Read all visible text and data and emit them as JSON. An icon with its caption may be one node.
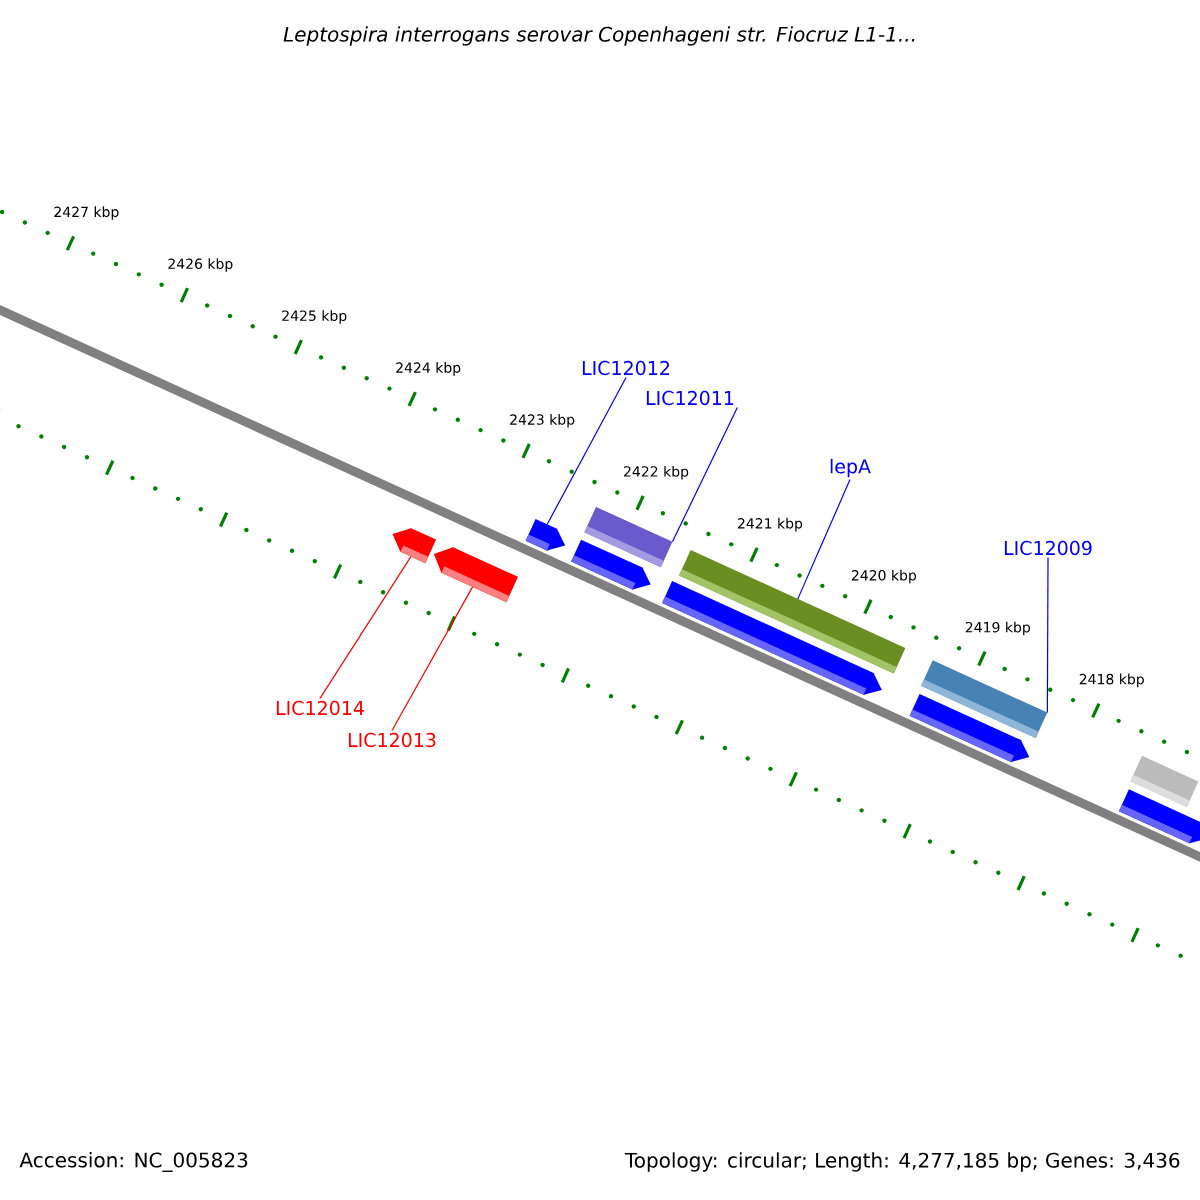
{
  "diagram": {
    "title": "Leptospira interrogans serovar Copenhageni str. Fiocruz L1-1...",
    "nodes": [
      {
        "text": [
          "LIC12012"
        ]
      },
      {
        "text": [
          "LIC12011"
        ]
      },
      {
        "text": [
          "lepA"
        ]
      },
      {
        "text": [
          "LIC12009"
        ]
      },
      {
        "text": [
          "LIC12014"
        ]
      },
      {
        "text": [
          "LIC12013"
        ]
      },
      {
        "text": [],
        "shape": "pentagon"
      },
      {
        "text": [],
        "shape": "pentagon"
      },
      {
        "text": [],
        "shape": "pentagon"
      },
      {
        "text": [],
        "shape": "bar"
      },
      {
        "text": [],
        "shape": "pentagon"
      },
      {
        "text": [],
        "shape": "bar"
      },
      {
        "text": [],
        "shape": "pentagon"
      },
      {
        "text": [],
        "shape": "bar"
      },
      {
        "text": [],
        "shape": "pentagon"
      },
      {
        "text": [],
        "shape": "bar"
      },
      {
        "text": [],
        "shape": "pentagon"
      }
    ],
    "edges": [
      {
        "from": 0,
        "to": 8,
        "arrow": "none"
      },
      {
        "from": 1,
        "to": 9,
        "arrow": "none"
      },
      {
        "from": 2,
        "to": 11,
        "arrow": "none"
      },
      {
        "from": 3,
        "to": 13,
        "arrow": "none"
      },
      {
        "from": 4,
        "to": 6,
        "arrow": "none",
        "color": "#ff0000"
      },
      {
        "from": 5,
        "to": 7,
        "arrow": "none",
        "color": "#ff0000"
      }
    ],
    "labels": [
      "2427 kbp",
      "2426 kbp",
      "2425 kbp",
      "2424 kbp",
      "2423 kbp",
      "2422 kbp",
      "2421 kbp",
      "2420 kbp",
      "2419 kbp",
      "2418 kbp",
      "Accession: NC_005823",
      "Topology: circular; Length: 4,277,185 bp; Genes: 3,436"
    ]
  }
}
